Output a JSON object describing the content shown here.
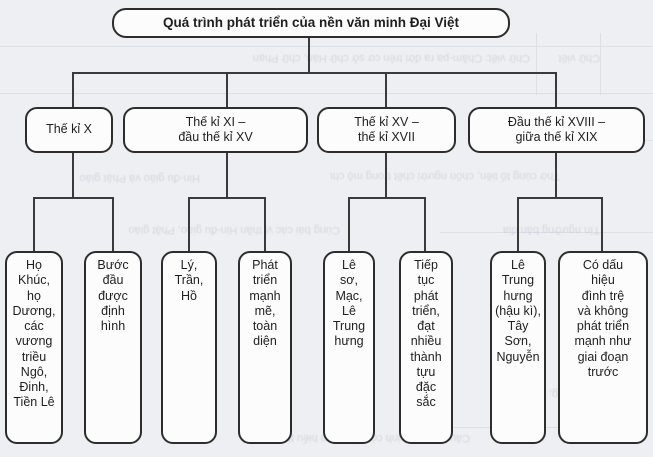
{
  "diagram": {
    "title": "Quá trình phát triển của nền văn minh Đại Việt",
    "periods": [
      {
        "label": "Thế kỉ X",
        "dynasties": "Họ\nKhúc,\nhọ\nDương,\ncác\nvương\ntriều\nNgô,\nĐinh,\nTiền Lê",
        "development": "Bước\nđầu\nđược\nđịnh\nhình"
      },
      {
        "label": "Thế kỉ XI –\nđầu thế kỉ XV",
        "dynasties": "Lý,\nTrần,\nHồ",
        "development": "Phát\ntriển\nmạnh\nmẽ,\ntoàn\ndiện"
      },
      {
        "label": "Thế kỉ XV –\nthế kỉ XVII",
        "dynasties": "Lê\nsơ,\nMạc,\nLê\nTrung\nhưng",
        "development": "Tiếp\ntục\nphát\ntriển,\nđạt\nnhiều\nthành\ntựu\nđặc\nsắc"
      },
      {
        "label": "Đầu thế kỉ XVIII –\ngiữa thế kỉ XIX",
        "dynasties": "Lê\nTrung\nhưng\n(hậu kì),\nTây\nSơn,\nNguyễn",
        "development": "Có dấu\nhiệu\nđình trệ\nvà không\nphát triển\nmạnh như\ngiai đoạn\ntrước"
      }
    ],
    "colors": {
      "page_background": "#edeff2",
      "box_background": "#fcfcfd",
      "box_border": "#2d2d2d",
      "connector": "#3a3a3a",
      "bleed_text": "#a9b1bf"
    }
  },
  "artifacts": {
    "items": [
      {
        "text": "Chữ viết: Chăm-pa ra đời trên cơ sở chữ Hán, chữ Phạn"
      },
      {
        "text": "Chữ viết"
      },
      {
        "text": "Thờ cúng tổ tiên, chôn người chết trong mộ chum"
      },
      {
        "text": "Hin-đu giáo và Phật giáo"
      },
      {
        "text": "Cúng bái các vị thần Hin-đu giáo, Phật giáo"
      },
      {
        "text": "Tín ngưỡng bản địa"
      },
      {
        "text": "Tín ngưỡng, tôn giáo"
      },
      {
        "text": "Câu 12: Học sinh có thể tự tìm hiểu thêm"
      }
    ]
  }
}
